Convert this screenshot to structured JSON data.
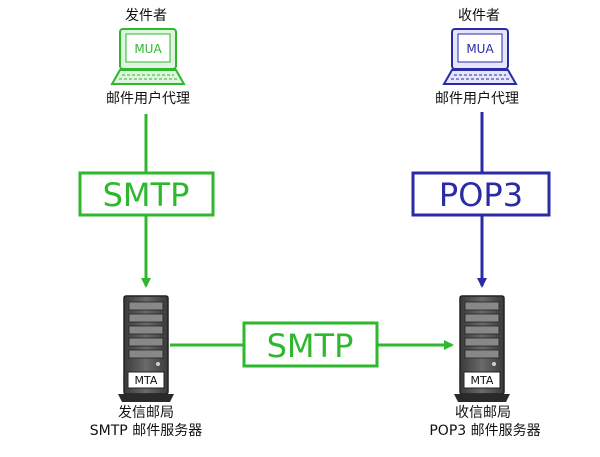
{
  "sender": {
    "title": "发件者",
    "client_badge": "MUA",
    "client_caption": "邮件用户代理"
  },
  "receiver": {
    "title": "收件者",
    "client_badge": "MUA",
    "client_caption": "邮件用户代理"
  },
  "protocols": {
    "send": "SMTP",
    "retrieve": "POP3",
    "relay": "SMTP"
  },
  "sender_server": {
    "badge": "MTA",
    "caption_line1": "发信邮局",
    "caption_line2": "SMTP 邮件服务器"
  },
  "receiver_server": {
    "badge": "MTA",
    "caption_line1": "收信邮局",
    "caption_line2": "POP3 邮件服务器"
  },
  "colors": {
    "sender_accent": "#2eb82e",
    "receiver_accent": "#2b2ba8",
    "relay_accent": "#2eb82e",
    "server_body": "#4a4a4a"
  },
  "icons": {
    "client": "computer-terminal-icon",
    "server": "server-tower-icon"
  }
}
